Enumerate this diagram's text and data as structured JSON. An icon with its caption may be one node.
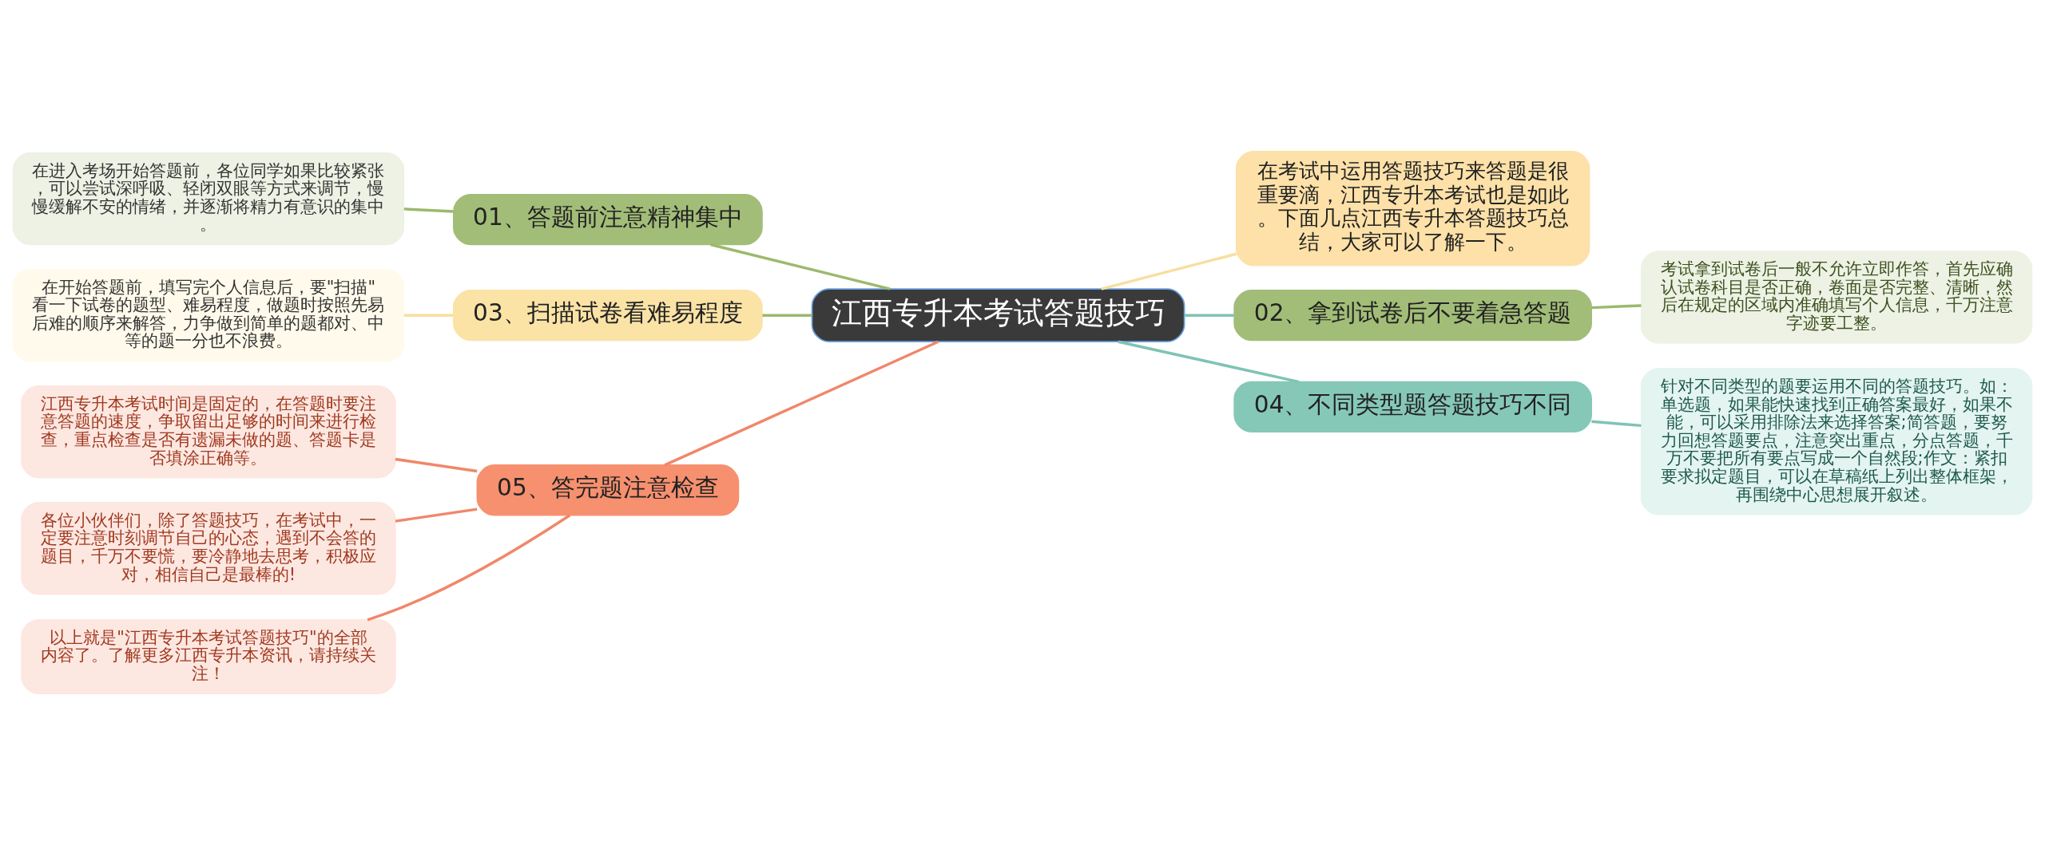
{
  "diagram": {
    "nodes": [
      {
        "text": [
          "江西专升本考试答题技巧"
        ]
      },
      {
        "text": [
          "01、答题前注意精神集中"
        ]
      },
      {
        "text": [
          "在进入考场开始答题前，各位同学如果比较紧张，可以尝试深呼吸、轻闭双眼等方式来调节，慢慢缓解不安的情绪，并逐渐将精力有意识的集中。"
        ]
      },
      {
        "text": [
          "03、扫描试卷看难易程度"
        ]
      },
      {
        "text": [
          "在开始答题前，填写完个人信息后，要\"扫描\"看一下试卷的题型、难易程度，做题时按照先易后难的顺序来解答，力争做到简单的题都对、中等的题一分也不浪费。"
        ]
      },
      {
        "text": [
          "05、答完题注意检查"
        ]
      },
      {
        "text": [
          "江西专升本考试时间是固定的，在答题时要注意答题的速度，争取留出足够的时间来进行检查，重点检查是否有遗漏未做的题、答题卡是否填涂正确等。"
        ]
      },
      {
        "text": [
          "各位小伙伴们，除了答题技巧，在考试中，一定要注意时刻调节自己的心态，遇到不会答的题目，千万不要慌，要冷静地去思考，积极应对，相信自己是最棒的!"
        ]
      },
      {
        "text": [
          "以上就是\"江西专升本考试答题技巧\"的全部内容了。了解更多江西专升本资讯，请持续关注！"
        ]
      },
      {
        "text": [
          "在考试中运用答题技巧来答题是很重要滴，江西专升本考试也是如此。下面几点江西专升本答题技巧总结，大家可以了解一下。"
        ]
      },
      {
        "text": [
          "02、拿到试卷后不要着急答题"
        ]
      },
      {
        "text": [
          "考试拿到试卷后一般不允许立即作答，首先应确认试卷科目是否正确，卷面是否完整、清晰，然后在规定的区域内准确填写个人信息，千万注意字迹要工整。"
        ]
      },
      {
        "text": [
          "04、不同类型题答题技巧不同"
        ]
      },
      {
        "text": [
          "针对不同类型的题要运用不同的答题技巧。如：单选题，如果能快速找到正确答案最好，如果不能，可以采用排除法来选择答案;简答题，要努力回想答题要点，注意突出重点，分点答题，千万不要把所有要点写成一个自然段;作文：紧扣要求拟定题目，可以在草稿纸上列出整体框架，再围绕中心思想展开叙述。"
        ]
      }
    ],
    "edges": [
      {
        "from": 0,
        "to": 1,
        "arrow": "none",
        "color": "#9cb96c"
      },
      {
        "from": 0,
        "to": 3,
        "arrow": "none",
        "color": "#9cb96c"
      },
      {
        "from": 0,
        "to": 5,
        "arrow": "none",
        "color": "#f0876a"
      },
      {
        "from": 0,
        "to": 9,
        "arrow": "none",
        "color": "#f8dfa0"
      },
      {
        "from": 0,
        "to": 10,
        "arrow": "none",
        "color": "#7fc3b4"
      },
      {
        "from": 0,
        "to": 12,
        "arrow": "none",
        "color": "#7fc3b4"
      },
      {
        "from": 1,
        "to": 2,
        "arrow": "none",
        "color": "#9cb96c"
      },
      {
        "from": 3,
        "to": 4,
        "arrow": "none",
        "color": "#f8dfa0"
      },
      {
        "from": 5,
        "to": 6,
        "arrow": "none",
        "color": "#f0876a"
      },
      {
        "from": 5,
        "to": 7,
        "arrow": "none",
        "color": "#f0876a"
      },
      {
        "from": 5,
        "to": 8,
        "arrow": "none",
        "color": "#f0876a"
      },
      {
        "from": 10,
        "to": 11,
        "arrow": "none",
        "color": "#9cb96c"
      },
      {
        "from": 12,
        "to": 13,
        "arrow": "none",
        "color": "#7fc3b4"
      }
    ]
  }
}
